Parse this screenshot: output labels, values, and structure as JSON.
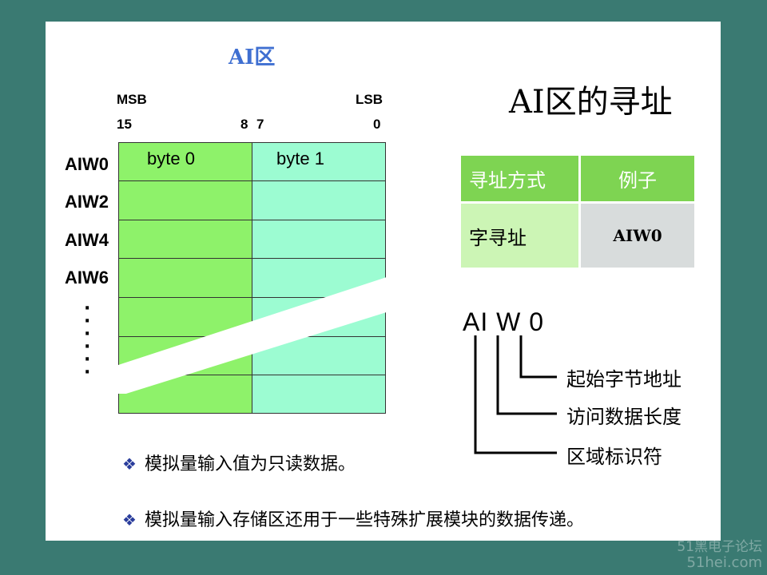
{
  "header": {
    "ai_area": "AI区",
    "right_title": "AI区的寻址"
  },
  "bits": {
    "msb": "MSB",
    "lsb": "LSB",
    "b15": "15",
    "b8": "8",
    "b7": "7",
    "b0": "0"
  },
  "grid": {
    "byte0": "byte 0",
    "byte1": "byte 1"
  },
  "rows": [
    "AIW0",
    "AIW2",
    "AIW4",
    "AIW6"
  ],
  "dots": [
    "·\n·\n·",
    "·\n·\n·"
  ],
  "table": {
    "header": [
      "寻址方式",
      "例子"
    ],
    "row": [
      "字寻址",
      "AIW0"
    ]
  },
  "code": {
    "text": "AI W 0"
  },
  "labels": [
    "起始字节地址",
    "访问数据长度",
    "区域标识符"
  ],
  "bullets": [
    "模拟量输入值为只读数据。",
    "模拟量输入存储区还用于一些特殊扩展模块的数据传递。"
  ],
  "watermark": {
    "line1": "51黑电子论坛",
    "line2": "51hei.com"
  },
  "colors": {
    "byte0_fill": "#8ef26a",
    "byte1_fill": "#9cfcd2",
    "table_header": "#7ed452",
    "background": "#3a7a72"
  }
}
